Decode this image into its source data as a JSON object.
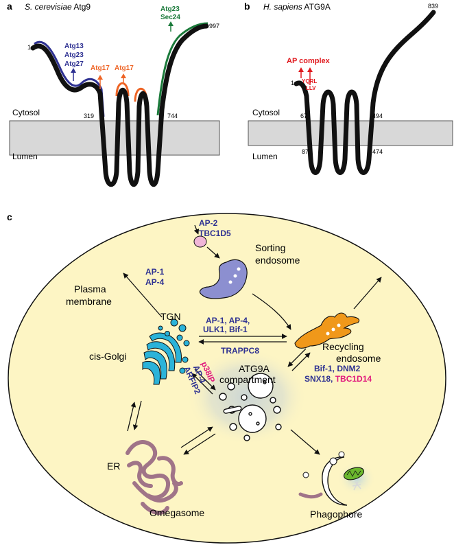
{
  "panel_a": {
    "letter": "a",
    "title_species": "S. cerevisiae",
    "title_protein": " Atg9",
    "cytosol_label": "Cytosol",
    "lumen_label": "Lumen",
    "res_start": "1",
    "res_end": "997",
    "res_319": "319",
    "res_744": "744",
    "blue_binders": [
      "Atg13",
      "Atg23",
      "Atg27"
    ],
    "orange_binder_1": "Atg17",
    "orange_binder_2": "Atg17",
    "green_binders": [
      "Atg23",
      "Sec24"
    ],
    "colors": {
      "blue": "#2e3192",
      "orange": "#ee6425",
      "green": "#1a7a3a",
      "membrane": "#d8d8d8"
    }
  },
  "panel_b": {
    "letter": "b",
    "title_species": "H. sapiens",
    "title_protein": " ATG9A",
    "cytosol_label": "Cytosol",
    "lumen_label": "Lumen",
    "res_start": "1",
    "res_end": "839",
    "res_67": "67",
    "res_87": "87",
    "res_494": "494",
    "res_474": "474",
    "ap_complex": "AP complex",
    "motif_1": "YQRL",
    "motif_2": "LLV",
    "colors": {
      "red": "#e0191e"
    }
  },
  "panel_c": {
    "letter": "c",
    "plasma_membrane": [
      "Plasma",
      "membrane"
    ],
    "sorting_endosome": [
      "Sorting",
      "endosome"
    ],
    "recycling_endosome": [
      "Recycling",
      "endosome"
    ],
    "tgn": "TGN",
    "cis_golgi": "cis-Golgi",
    "er": "ER",
    "omegasome": "Omegasome",
    "atg9a_compartment": [
      "ATG9A",
      "compartment"
    ],
    "phagophore": "Phagophore",
    "ap2_tbc": [
      "AP-2",
      "TBC1D5"
    ],
    "ap1_ap4": [
      "AP-1",
      "AP-4"
    ],
    "tgn_recycling_factors": [
      "AP-1, AP-4,",
      "ULK1, Bif-1"
    ],
    "trappc8": "TRAPPC8",
    "golgi_factors_blue": [
      "ARFIP2",
      "AP-4"
    ],
    "golgi_factor_pink": "p38IP",
    "recycling_factors_line1": "Bif-1, DNM2",
    "recycling_factors_line2_blue": "SNX18, ",
    "recycling_factors_line2_pink": "TBC1D14",
    "colors": {
      "cell_fill": "#fdf5c4",
      "golgi": "#2bb3d9",
      "er": "#a07488",
      "sorting_endosome": "#8c8fd0",
      "recycling_endosome": "#f0981a",
      "vesicle_pink": "#f0b6d8",
      "mitochondrion": "#6bb82e"
    }
  }
}
